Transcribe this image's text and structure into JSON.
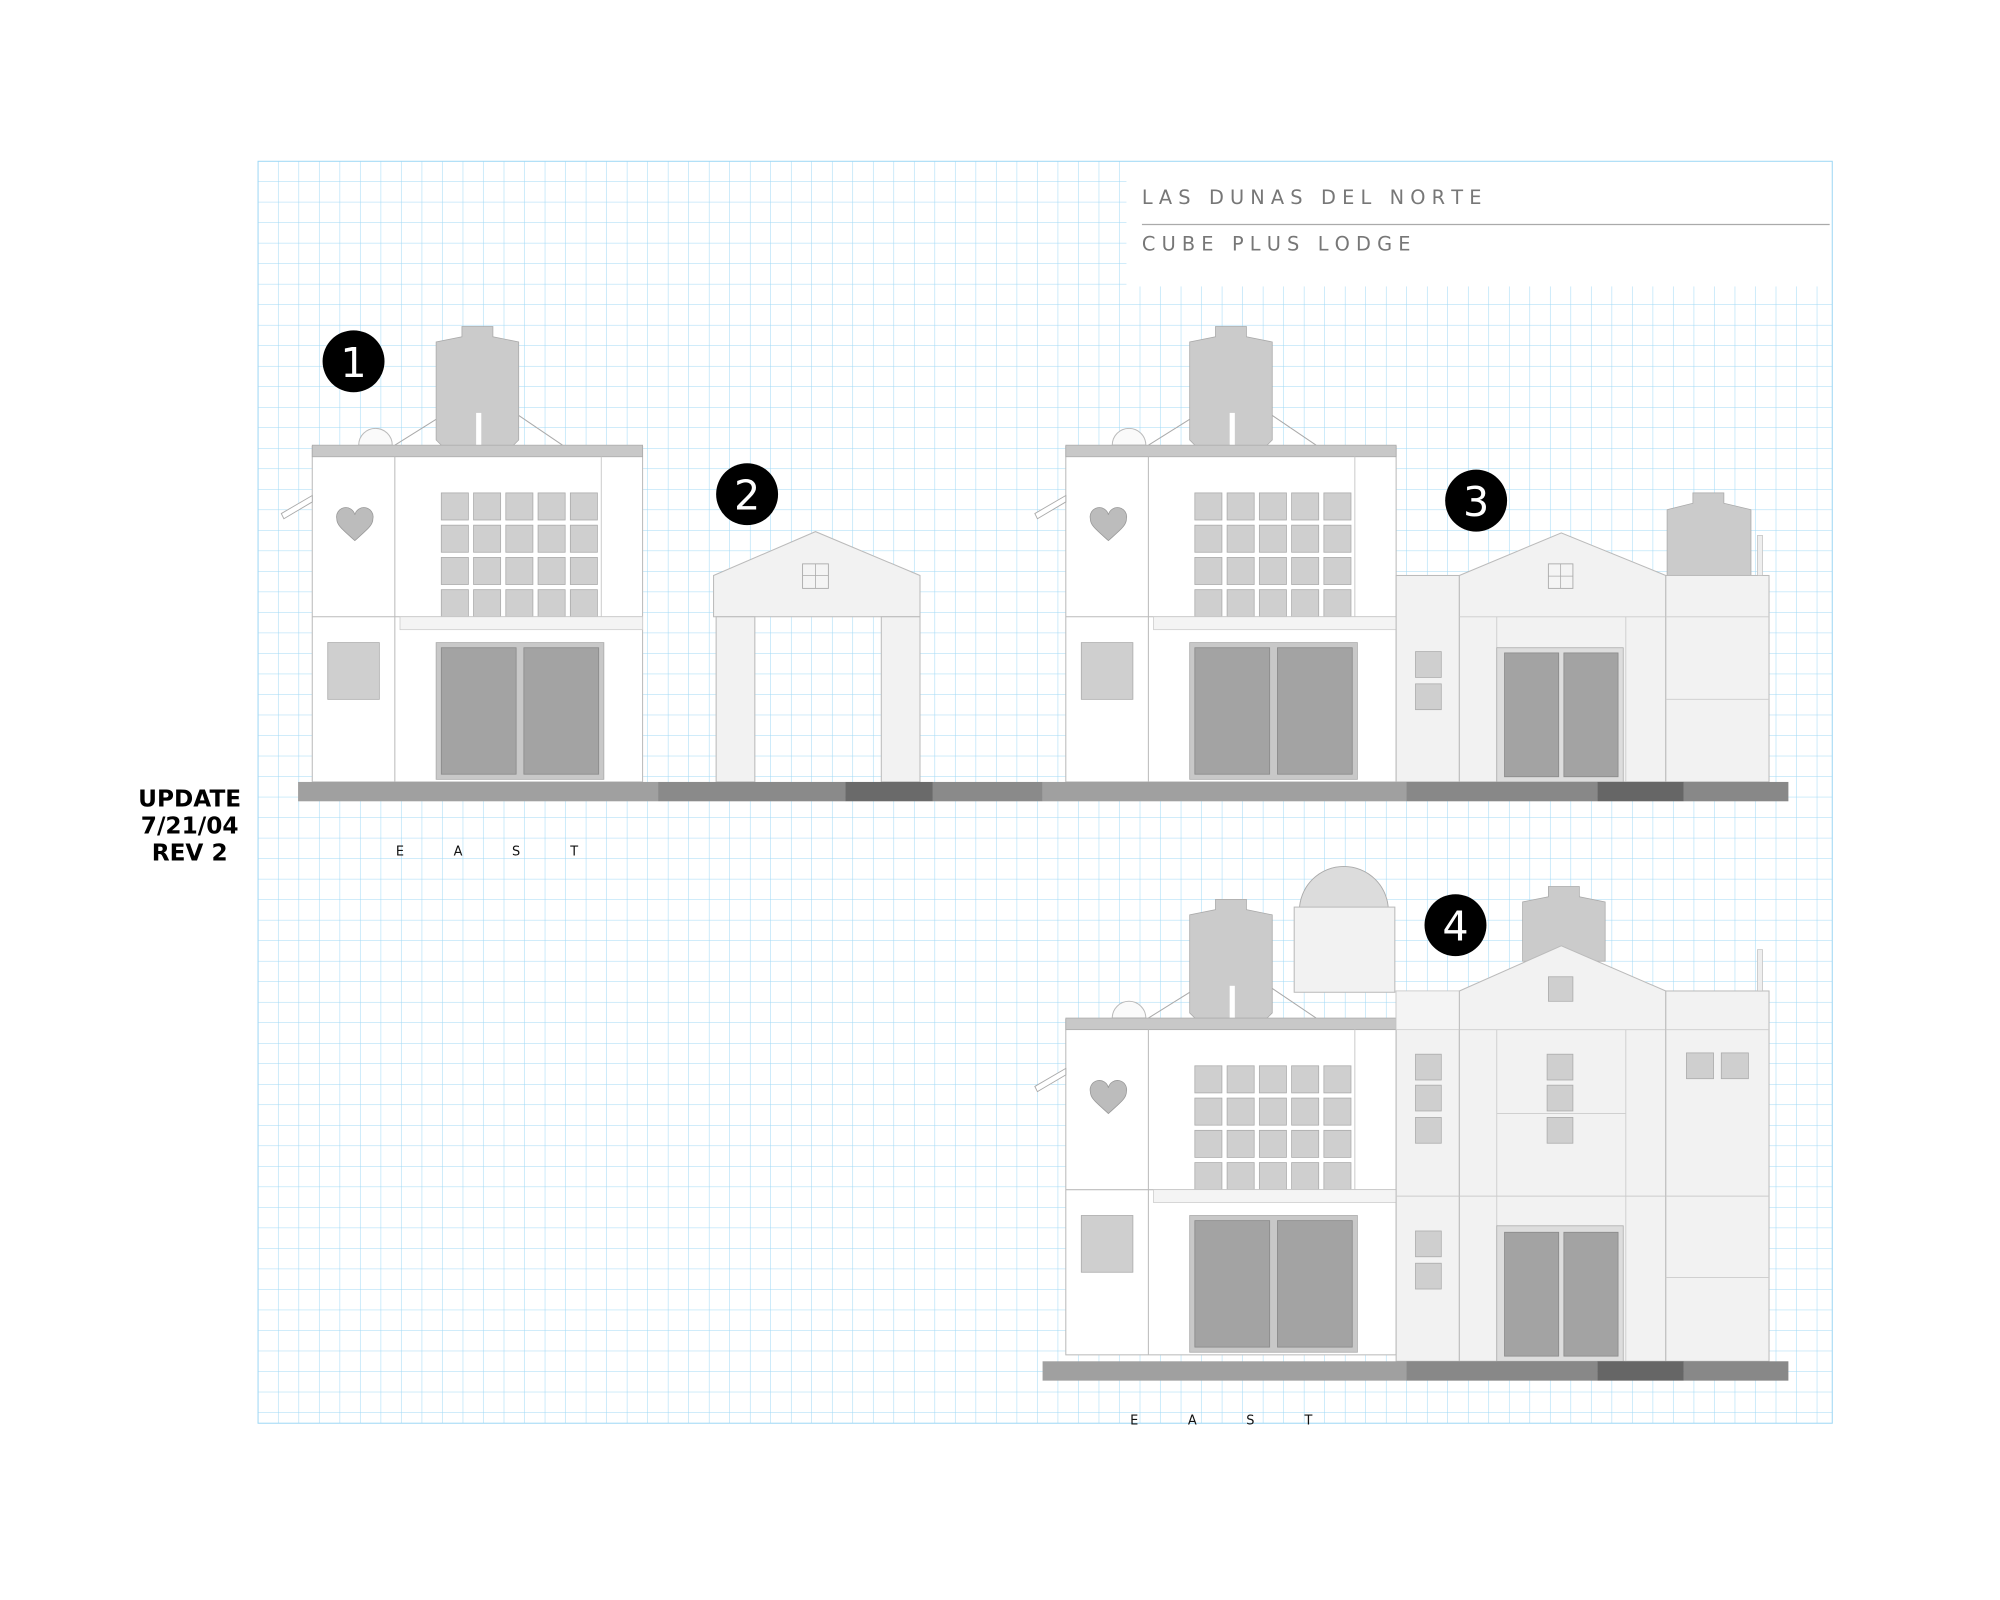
{
  "title": {
    "line1": "L A S   D U N A S   D E L   N O R T E",
    "line2": "C U B E   P L U S   L O D G E"
  },
  "update": {
    "line1": "UPDATE",
    "line2": "7/21/04",
    "line3": "REV 2"
  },
  "labels": {
    "east_letters": [
      "E",
      "A",
      "S",
      "T"
    ]
  },
  "badges": [
    "1",
    "2",
    "3",
    "4"
  ],
  "colors": {
    "grid": "#9fd8f5",
    "building_gray": "#cbcbcb",
    "door_gray": "#a3a3a3",
    "base": "#a0a0a0"
  }
}
